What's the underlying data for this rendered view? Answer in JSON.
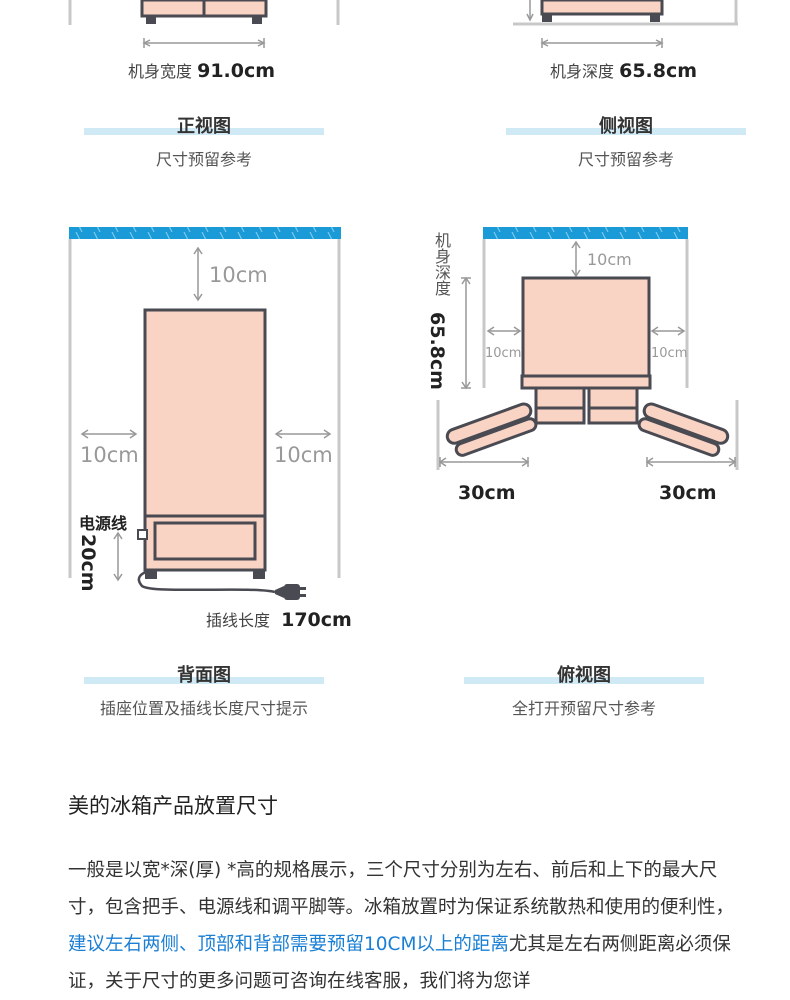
{
  "front_view": {
    "width_label": "机身宽度",
    "width_value": "91.0cm",
    "title": "正视图",
    "subtitle": "尺寸预留参考"
  },
  "side_view": {
    "depth_label": "机身深度",
    "depth_value": "65.8cm",
    "title": "侧视图",
    "subtitle": "尺寸预留参考"
  },
  "back_view": {
    "top_gap": "10cm",
    "left_gap": "10cm",
    "right_gap": "10cm",
    "power_label": "电源线",
    "power_gap": "20cm",
    "cable_label": "插线长度",
    "cable_value": "170cm",
    "title": "背面图",
    "subtitle": "插座位置及插线长度尺寸提示"
  },
  "top_view": {
    "depth_label": "机身深度",
    "depth_value": "65.8cm",
    "top_gap": "10cm",
    "left_gap": "10cm",
    "right_gap": "10cm",
    "left_open": "30cm",
    "right_open": "30cm",
    "title": "俯视图",
    "subtitle": "全打开预留尺寸参考"
  },
  "section": {
    "heading": "美的冰箱产品放置尺寸",
    "para_1": "一般是以宽*深(厚) *高的规格展示，三个尺寸分别为左右、前后和上下的最大尺寸，包含把手、电源线和调平脚等。冰箱放置时为保证系统散热和使用的便利性，",
    "para_highlight": "建议左右两侧、顶部和背部需要预留10CM以上的距离",
    "para_2": "尤其是左右两侧距离必须保证，关于尺寸的更多问题可咨询在线客服，我们将为您详"
  },
  "colors": {
    "fridge_fill": "#f9d3c4",
    "outline": "#4a4a52",
    "wall": "#c8c8c8",
    "ceiling": "#1a9ad6",
    "highlight_text": "#1a7fd4"
  }
}
